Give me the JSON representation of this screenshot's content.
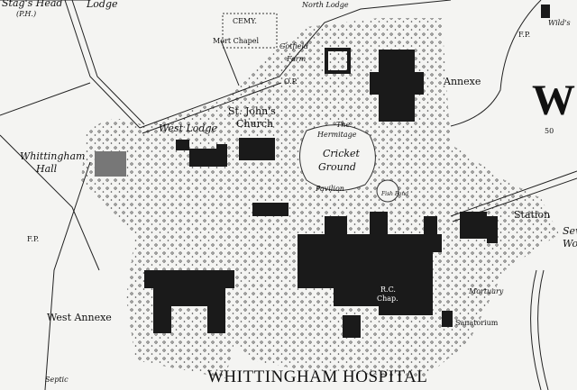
{
  "title": "WHITTINGHAM HOSPITAL",
  "labels": {
    "stags_head": "Stag's Head",
    "ph": "(P.H.)",
    "lodge_top": "Lodge",
    "cemetery": "CEMY.",
    "mort_chapel": "Mort Chapel",
    "north_lodge": "North Lodge",
    "goosefoot_farm_1": "Gotfield",
    "goosefoot_farm_2": "Farm",
    "annexe": "Annexe",
    "big_w": "W",
    "spot_height": "50",
    "wilds": "Wild's",
    "fp_top": "F.P.",
    "st_johns_1": "St. John's",
    "st_johns_2": "Church",
    "west_lodge": "West Lodge",
    "hermitage_1": "The",
    "hermitage_2": "Hermitage",
    "cricket_1": "Cricket",
    "cricket_2": "Ground",
    "pavilion": "Pavilion",
    "whittingham_hall_1": "Whittingham",
    "whittingham_hall_2": "Hall",
    "fish_pond": "Fish Pond",
    "station": "Station",
    "sewage_1": "Sew",
    "sewage_2": "Wo",
    "rc_chapel_1": "R.C.",
    "rc_chapel_2": "Chap.",
    "mortuary": "Mortuary",
    "sanatorium": "Sanatorium",
    "west_annexe": "West Annexe",
    "septic": "Septic",
    "fp_left": "F.P.",
    "op": "O.P."
  },
  "colors": {
    "paper": "#f4f4f2",
    "ink": "#111111",
    "building": "#1a1a1a"
  }
}
